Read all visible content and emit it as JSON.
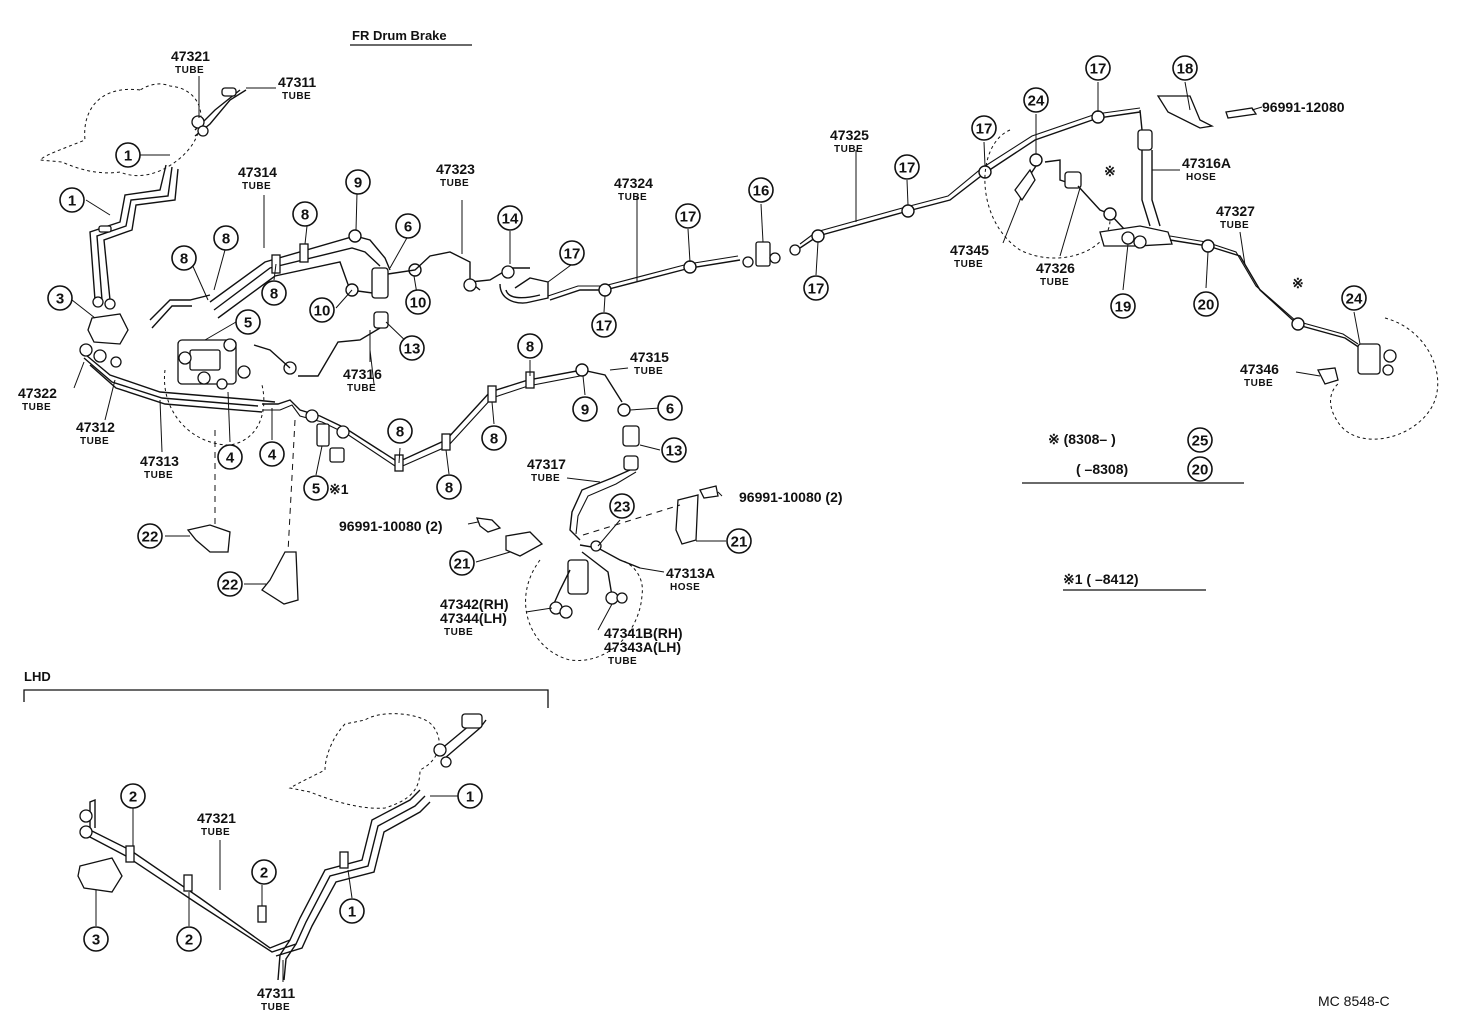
{
  "header": {
    "title": "FR Drum Brake",
    "diagram_code": "MC 8548-C"
  },
  "lhd": {
    "label": "LHD"
  },
  "notes": {
    "line1": "※ (8308–       )",
    "line1_ref": "25",
    "line2": "(       –8308)",
    "line2_ref": "20",
    "line3": "※1 (       –8412)"
  },
  "labels": [
    {
      "number": "47321",
      "sub": "TUBE"
    },
    {
      "number": "47311",
      "sub": "TUBE"
    },
    {
      "number": "47314",
      "sub": "TUBE"
    },
    {
      "number": "47323",
      "sub": "TUBE"
    },
    {
      "number": "47324",
      "sub": "TUBE"
    },
    {
      "number": "47325",
      "sub": "TUBE"
    },
    {
      "number": "47316A",
      "sub": "HOSE"
    },
    {
      "number": "96991-12080",
      "sub": ""
    },
    {
      "number": "47327",
      "sub": "TUBE"
    },
    {
      "number": "47345",
      "sub": "TUBE"
    },
    {
      "number": "47326",
      "sub": "TUBE"
    },
    {
      "number": "47346",
      "sub": "TUBE"
    },
    {
      "number": "47322",
      "sub": "TUBE"
    },
    {
      "number": "47312",
      "sub": "TUBE"
    },
    {
      "number": "47313",
      "sub": "TUBE"
    },
    {
      "number": "47316",
      "sub": "TUBE"
    },
    {
      "number": "47315",
      "sub": "TUBE"
    },
    {
      "number": "47317",
      "sub": "TUBE"
    },
    {
      "number": "96991-10080 (2)",
      "sub": ""
    },
    {
      "number": "96991-10080 (2)",
      "sub": ""
    },
    {
      "number": "47313A",
      "sub": "HOSE"
    },
    {
      "number": "47342(RH)",
      "sub": ""
    },
    {
      "number": "47344(LH)",
      "sub": "TUBE"
    },
    {
      "number": "47341B(RH)",
      "sub": ""
    },
    {
      "number": "47343A(LH)",
      "sub": "TUBE"
    },
    {
      "number": "47321",
      "sub": "TUBE"
    },
    {
      "number": "47311",
      "sub": "TUBE"
    }
  ],
  "callouts": [
    "1",
    "1",
    "3",
    "5",
    "8",
    "8",
    "8",
    "8",
    "9",
    "6",
    "10",
    "10",
    "13",
    "14",
    "17",
    "17",
    "17",
    "17",
    "16",
    "17",
    "17",
    "17",
    "24",
    "18",
    "19",
    "20",
    "24",
    "4",
    "4",
    "5",
    "8",
    "8",
    "8",
    "8",
    "9",
    "6",
    "13",
    "23",
    "21",
    "22",
    "22",
    "21",
    "2",
    "2",
    "2",
    "1",
    "1",
    "3",
    "2"
  ],
  "extra_marks": {
    "star1": "※1",
    "star": "※"
  }
}
